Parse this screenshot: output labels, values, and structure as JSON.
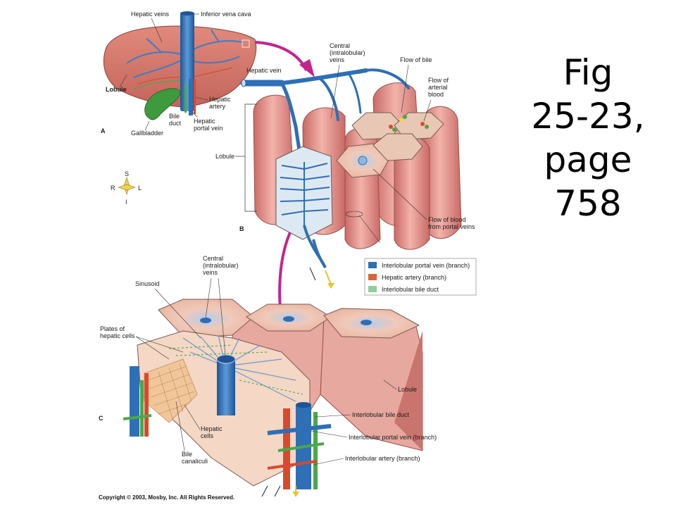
{
  "title_lines": [
    "Fig",
    "25-23,",
    "page",
    "758"
  ],
  "copyright": "Copyright © 2003, Mosby, Inc. All Rights Reserved.",
  "panel_a": {
    "panel_label": "A",
    "hepatic_veins": "Hepatic veins",
    "inferior_vena_cava": "Inferior vena cava",
    "lobule": "Lobule",
    "hepatic_artery": [
      "Hepatic",
      "artery"
    ],
    "bile_duct": [
      "Bile",
      "duct"
    ],
    "hepatic_portal_vein": [
      "Hepatic",
      "portal vein"
    ],
    "gallbladder": "Gallbladder"
  },
  "compass": {
    "s": "S",
    "i": "I",
    "r": "R",
    "l": "L"
  },
  "panel_b": {
    "panel_label": "B",
    "central_veins": [
      "Central",
      "(intralobular)",
      "veins"
    ],
    "hepatic_vein": "Hepatic vein",
    "flow_of_bile": "Flow of bile",
    "flow_of_arterial_blood": [
      "Flow of",
      "arterial",
      "blood"
    ],
    "lobule": "Lobule",
    "flow_of_blood_portal": [
      "Flow of blood",
      "from portal veins"
    ]
  },
  "legend": {
    "items": [
      {
        "label": "Interlobular portal vein (branch)",
        "color": "#2e6fb5"
      },
      {
        "label": "Hepatic artery (branch)",
        "color": "#d9663a"
      },
      {
        "label": "Interlobular bile duct",
        "color": "#8fcf9a"
      }
    ]
  },
  "panel_c": {
    "panel_label": "C",
    "central_veins": [
      "Central",
      "(intralobular)",
      "veins"
    ],
    "sinusoid": "Sinusoid",
    "plates": [
      "Plates of",
      "hepatic cells"
    ],
    "lobule": "Lobule",
    "interlobular_bile_duct": "Interlobular bile duct",
    "interlobular_portal_vein": "Interlobular portal vein (branch)",
    "interlobular_artery": "Interlobular artery (branch)",
    "hepatic_cells": [
      "Hepatic",
      "cells"
    ],
    "bile_canaliculi": [
      "Bile",
      "canaliculi"
    ]
  },
  "colors": {
    "liver": "#d97a6e",
    "lobule_pink": "#e89a92",
    "vein_blue": "#2e6fb5",
    "artery_red": "#d84a2e",
    "bile_green": "#4aa84a",
    "arrow_magenta": "#c2248f",
    "gallbladder": "#3d9a3d",
    "compass_yellow": "#f2d24b"
  }
}
